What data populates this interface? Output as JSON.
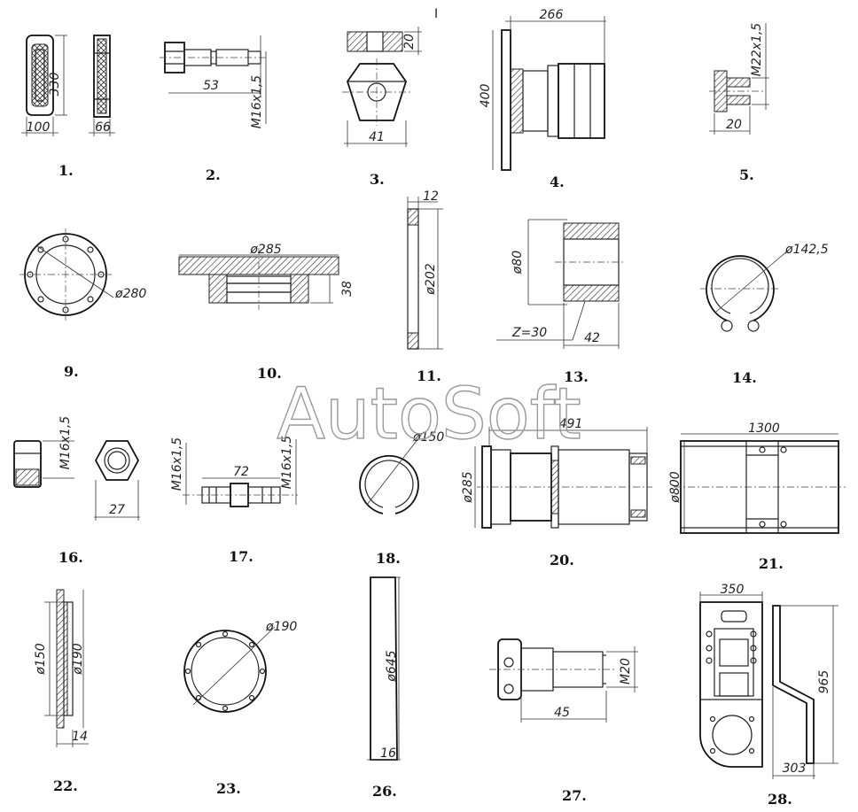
{
  "sheet_marker": "I",
  "watermark": "AutoSoft",
  "parts": [
    {
      "id": "p1",
      "number": "1.",
      "dims": [
        "330",
        "100",
        "66"
      ]
    },
    {
      "id": "p2",
      "number": "2.",
      "dims": [
        "53",
        "M16x1,5"
      ]
    },
    {
      "id": "p3",
      "number": "3.",
      "dims": [
        "20",
        "41"
      ]
    },
    {
      "id": "p4",
      "number": "4.",
      "dims": [
        "266",
        "400"
      ]
    },
    {
      "id": "p5",
      "number": "5.",
      "dims": [
        "M22x1,5",
        "20"
      ]
    },
    {
      "id": "p9",
      "number": "9.",
      "dims": [
        "ø280"
      ]
    },
    {
      "id": "p10",
      "number": "10.",
      "dims": [
        "ø285",
        "38"
      ]
    },
    {
      "id": "p11",
      "number": "11.",
      "dims": [
        "12",
        "ø202"
      ]
    },
    {
      "id": "p13",
      "number": "13.",
      "dims": [
        "ø80",
        "Z=30",
        "42"
      ]
    },
    {
      "id": "p14",
      "number": "14.",
      "dims": [
        "ø142,5"
      ]
    },
    {
      "id": "p16",
      "number": "16.",
      "dims": [
        "M16x1,5",
        "27"
      ]
    },
    {
      "id": "p17",
      "number": "17.",
      "dims": [
        "M16x1,5",
        "72",
        "M16x1,5"
      ]
    },
    {
      "id": "p18",
      "number": "18.",
      "dims": [
        "ø150"
      ]
    },
    {
      "id": "p20",
      "number": "20.",
      "dims": [
        "491",
        "ø285"
      ]
    },
    {
      "id": "p21",
      "number": "21.",
      "dims": [
        "1300",
        "ø800"
      ]
    },
    {
      "id": "p22",
      "number": "22.",
      "dims": [
        "ø150",
        "ø190",
        "14"
      ]
    },
    {
      "id": "p23",
      "number": "23.",
      "dims": [
        "ø190"
      ]
    },
    {
      "id": "p26",
      "number": "26.",
      "dims": [
        "ø645",
        "16"
      ]
    },
    {
      "id": "p27",
      "number": "27.",
      "dims": [
        "M20",
        "45"
      ]
    },
    {
      "id": "p28",
      "number": "28.",
      "dims": [
        "350",
        "965",
        "303"
      ]
    }
  ]
}
